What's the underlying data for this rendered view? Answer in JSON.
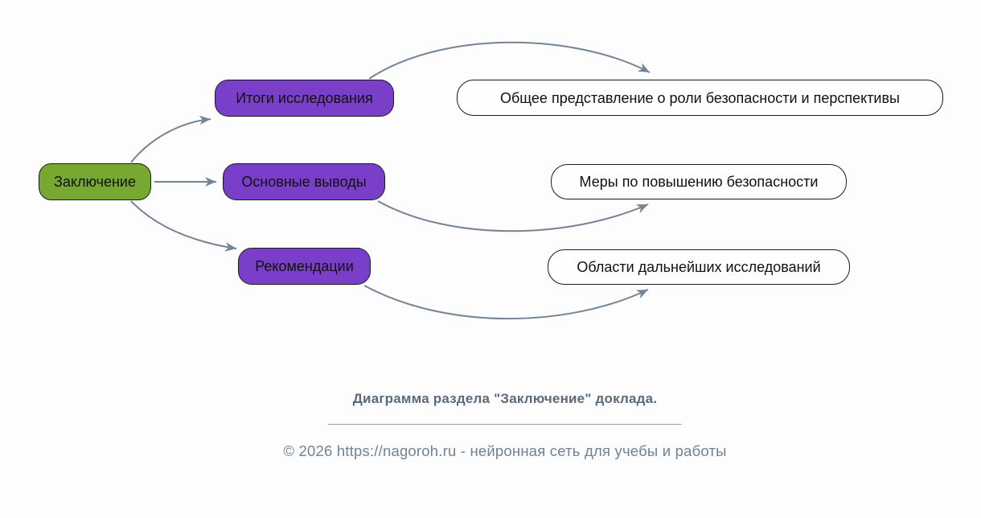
{
  "page": {
    "background": "#fdfdfd"
  },
  "diagram": {
    "edge_color": "#738496",
    "node_border_color": "#1b1b1b",
    "root": {
      "label": "Заключение",
      "fill": "#76a832",
      "text_color": "#111111"
    },
    "branches": [
      {
        "label": "Итоги исследования",
        "fill": "#7a3fc8"
      },
      {
        "label": "Основные выводы",
        "fill": "#7a3fc8"
      },
      {
        "label": "Рекомендации",
        "fill": "#7a3fc8"
      }
    ],
    "leaves": [
      {
        "label": "Общее представление о роли безопасности и перспективы",
        "fill": "#fefefe"
      },
      {
        "label": "Меры по повышению безопасности",
        "fill": "#fefefe"
      },
      {
        "label": "Области дальнейших исследований",
        "fill": "#fefefe"
      }
    ]
  },
  "caption": {
    "title": "Диаграмма раздела \"Заключение\" доклада.",
    "title_color": "#5a6a7b",
    "divider_color": "#93a3b4"
  },
  "footer": {
    "text": "© 2026 https://nagoroh.ru - нейронная сеть для учебы и работы",
    "text_color": "#708294"
  }
}
